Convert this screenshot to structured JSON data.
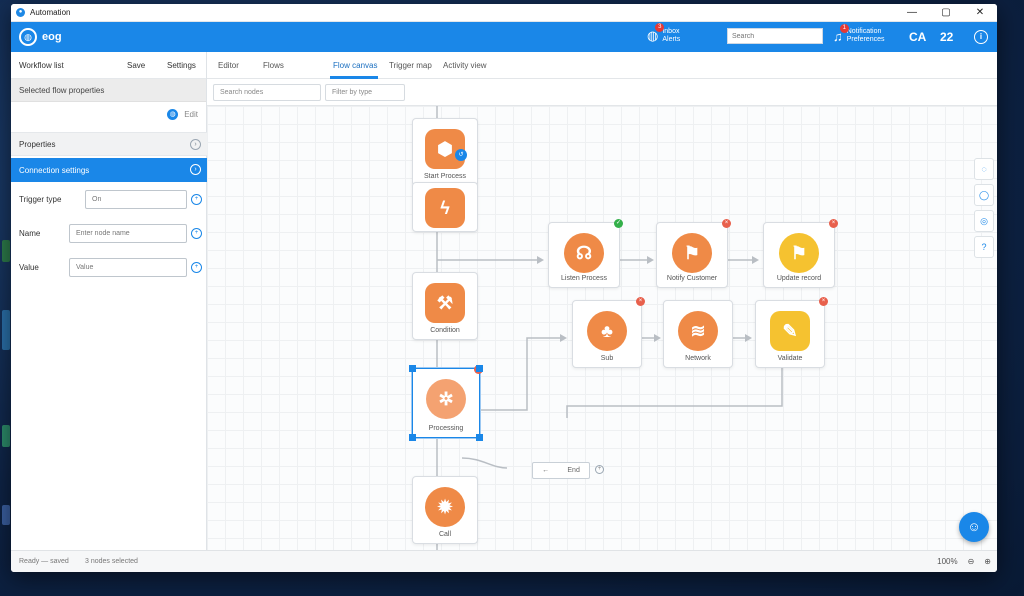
{
  "window": {
    "title": "Automation",
    "controls": [
      "—",
      "▢",
      "✕"
    ]
  },
  "topbar": {
    "brand": "eog",
    "item1_line1": "Inbox",
    "item1_line2": "Alerts",
    "item1_badge": "3",
    "search_placeholder": "Search",
    "item2_line1": "Notification",
    "item2_line2": "Preferences",
    "item2_badge": "1",
    "user": "CA",
    "count": "22",
    "info_icon": "i"
  },
  "sidebar": {
    "header_left": "Workflow list",
    "header_mid": "Save",
    "header_right": "Settings",
    "sub_label": "Selected flow properties",
    "tool_label": "Edit",
    "group1": "Properties",
    "group2": "Connection settings",
    "rows": [
      {
        "label": "Trigger type",
        "value": "On"
      },
      {
        "label": "Name",
        "value": "Enter node name"
      },
      {
        "label": "Value",
        "value": "Value"
      }
    ]
  },
  "tabs": [
    {
      "label": "Editor"
    },
    {
      "label": "Flows"
    },
    {
      "label": "Flow canvas"
    },
    {
      "label": "Trigger map"
    },
    {
      "label": "Activity view"
    }
  ],
  "filters": {
    "first": "Search nodes",
    "second": "Filter by type"
  },
  "nodes": [
    {
      "label": "Start Process"
    },
    {
      "label": ""
    },
    {
      "label": "Condition"
    },
    {
      "label": "Processing"
    },
    {
      "label": "Call"
    },
    {
      "label": "Listen Process"
    },
    {
      "label": "Notify Customer"
    },
    {
      "label": "Update record"
    },
    {
      "label": "Sub"
    },
    {
      "label": "Network"
    },
    {
      "label": "Validate"
    }
  ],
  "merge_chip": {
    "left": "←",
    "right": "End"
  },
  "statusbar": {
    "left": "Ready — saved",
    "left2": "3 nodes selected",
    "right": [
      "100%",
      "⊖",
      "⊕"
    ]
  },
  "colors": {
    "accent": "#1a87e8",
    "node_orange": "#ef8a47",
    "node_yellow": "#f5c230",
    "error": "#e53935",
    "ok": "#34b04a"
  }
}
